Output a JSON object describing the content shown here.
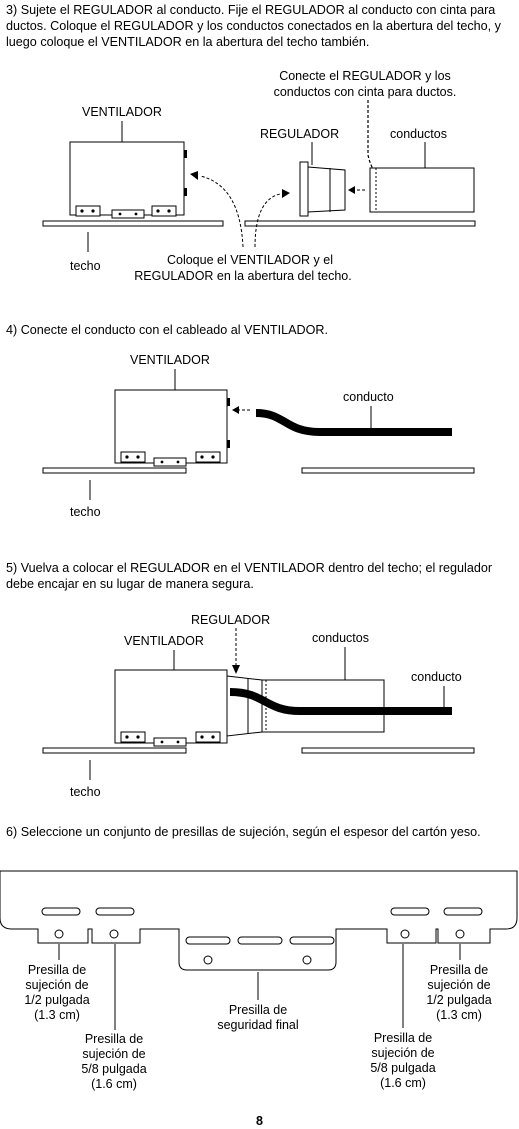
{
  "steps": {
    "s3": {
      "text": "3) Sujete el REGULADOR al conducto. Fije el REGULADOR al conducto con cinta para ductos. Coloque el REGULADOR y los conductos conectados en la abertura del techo, y luego coloque el VENTILADOR en la abertura del techo también.",
      "callout_tape_1": "Conecte el REGULADOR y los",
      "callout_tape_2": "conductos con cinta para ductos.",
      "fan": "VENTILADOR",
      "damper": "REGULADOR",
      "ducts": "conductos",
      "ceiling": "techo",
      "callout_place_1": "Coloque el VENTILADOR y el",
      "callout_place_2": "REGULADOR en la abertura del techo."
    },
    "s4": {
      "text": "4) Conecte el conducto con el cableado al VENTILADOR.",
      "fan": "VENTILADOR",
      "conduit": "conducto",
      "ceiling": "techo"
    },
    "s5": {
      "text": "5) Vuelva a colocar el REGULADOR en el VENTILADOR dentro del techo; el regulador debe encajar en su lugar de manera segura.",
      "damper": "REGULADOR",
      "fan": "VENTILADOR",
      "ducts": "conductos",
      "conduit": "conducto",
      "ceiling": "techo"
    },
    "s6": {
      "text": "6) Seleccione un conjunto de presillas de sujeción, según el espesor del cartón yeso.",
      "clip_half_left": [
        "Presilla de",
        "sujeción de",
        "1/2 pulgada",
        "(1.3 cm)"
      ],
      "clip_58_left": [
        "Presilla de",
        "sujeción de",
        "5/8 pulgada",
        "(1.6 cm)"
      ],
      "final_clip": [
        "Presilla de",
        "seguridad final"
      ],
      "clip_58_right": [
        "Presilla de",
        "sujeción de",
        "5/8 pulgada",
        "(1.6 cm)"
      ],
      "clip_half_right": [
        "Presilla de",
        "sujeción de",
        "1/2 pulgada",
        "(1.3 cm)"
      ]
    }
  },
  "page_number": "8"
}
